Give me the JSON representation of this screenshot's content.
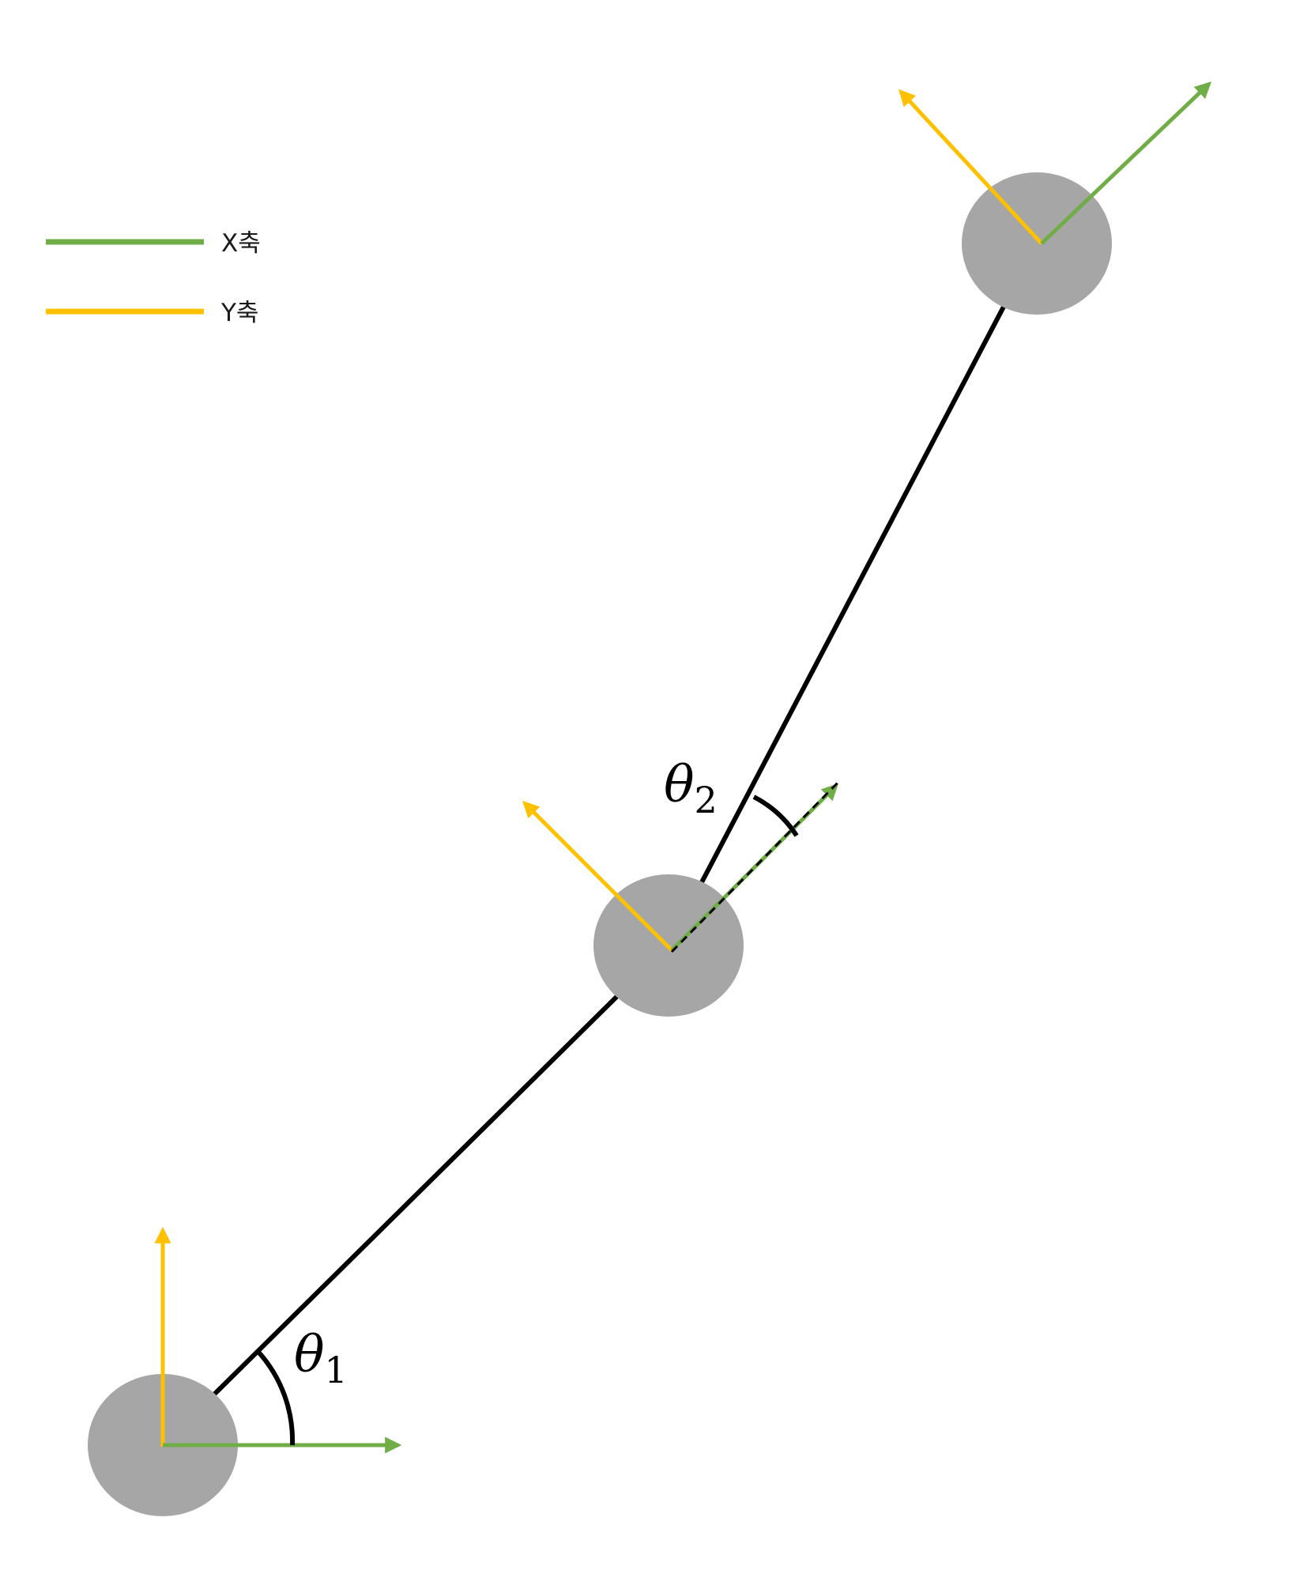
{
  "legend": {
    "x_axis_label": "X축",
    "y_axis_label": "Y축"
  },
  "angles": {
    "theta1": {
      "symbol": "θ",
      "subscript": "1"
    },
    "theta2": {
      "symbol": "θ",
      "subscript": "2"
    }
  },
  "colors": {
    "x_axis": "#70ad47",
    "y_axis": "#ffc000",
    "link": "#000000",
    "joint": "#a6a6a6"
  }
}
